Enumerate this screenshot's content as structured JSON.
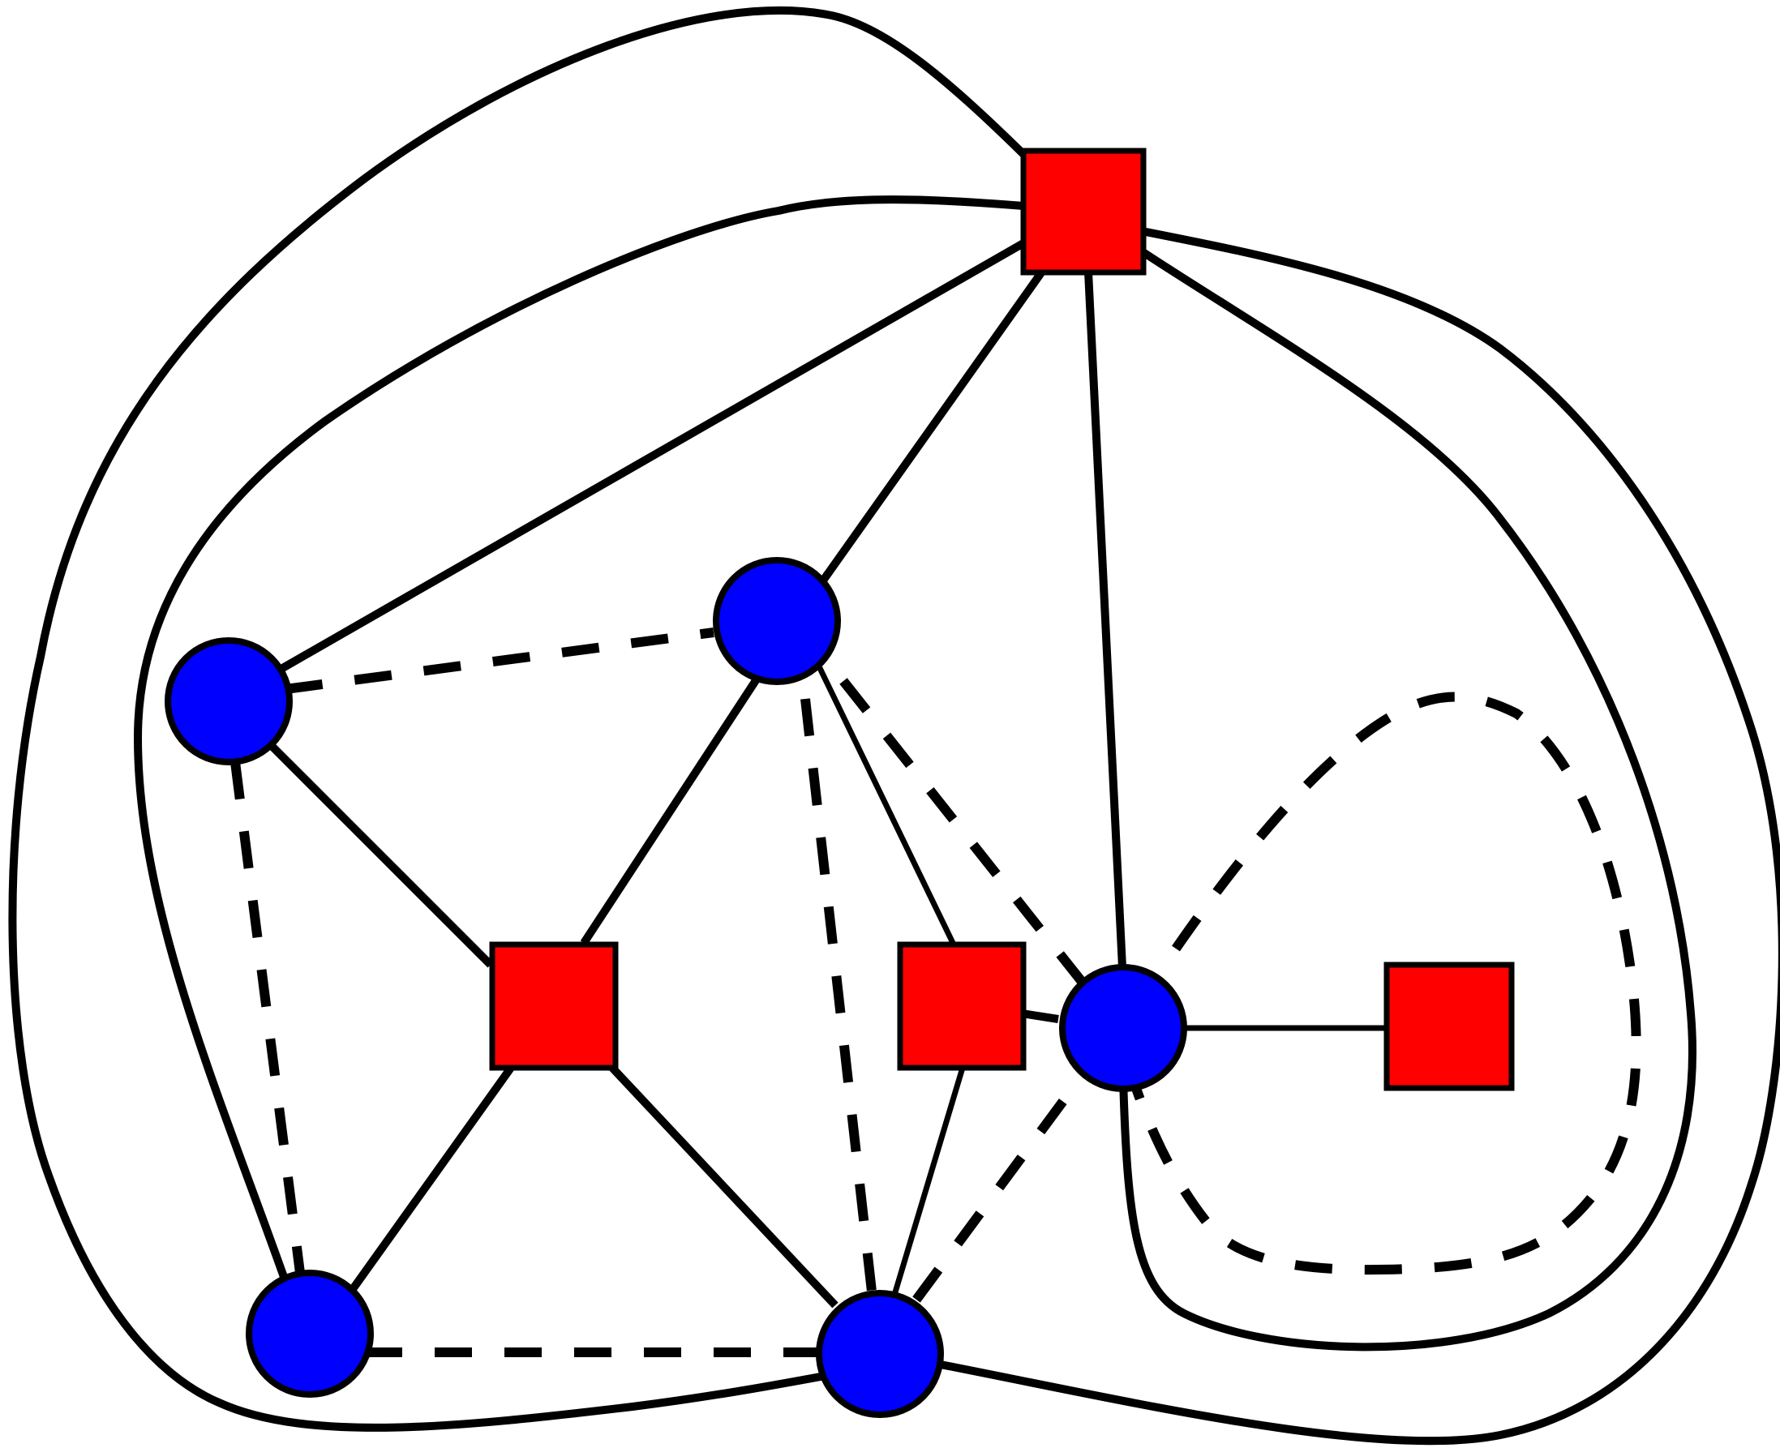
{
  "colors": {
    "circle_fill": "#0000ff",
    "square_fill": "#ff0000",
    "edge": "#000000"
  },
  "nodes": [
    {
      "id": "circle-left-upper",
      "shape": "circle"
    },
    {
      "id": "circle-top-middle",
      "shape": "circle"
    },
    {
      "id": "circle-right-center",
      "shape": "circle"
    },
    {
      "id": "circle-bottom-left",
      "shape": "circle"
    },
    {
      "id": "circle-bottom-middle",
      "shape": "circle"
    },
    {
      "id": "square-top",
      "shape": "square"
    },
    {
      "id": "square-center-left",
      "shape": "square"
    },
    {
      "id": "square-center-middle",
      "shape": "square"
    },
    {
      "id": "square-right",
      "shape": "square"
    }
  ],
  "edges": [
    {
      "from": "square-top",
      "to": "circle-left-upper",
      "style": "solid"
    },
    {
      "from": "square-top",
      "to": "circle-top-middle",
      "style": "solid"
    },
    {
      "from": "square-top",
      "to": "circle-right-center",
      "style": "solid"
    },
    {
      "from": "square-top",
      "to": "circle-bottom-left",
      "style": "solid"
    },
    {
      "from": "square-top",
      "to": "circle-bottom-middle",
      "style": "solid"
    },
    {
      "from": "square-top",
      "to": "circle-right-center",
      "style": "solid"
    },
    {
      "from": "circle-left-upper",
      "to": "square-center-left",
      "style": "solid"
    },
    {
      "from": "circle-top-middle",
      "to": "square-center-left",
      "style": "solid"
    },
    {
      "from": "circle-top-middle",
      "to": "square-center-middle",
      "style": "solid"
    },
    {
      "from": "square-center-left",
      "to": "circle-bottom-left",
      "style": "solid"
    },
    {
      "from": "square-center-left",
      "to": "circle-bottom-middle",
      "style": "solid"
    },
    {
      "from": "square-center-middle",
      "to": "circle-right-center",
      "style": "solid"
    },
    {
      "from": "square-center-middle",
      "to": "circle-bottom-middle",
      "style": "solid"
    },
    {
      "from": "circle-right-center",
      "to": "square-right",
      "style": "solid"
    },
    {
      "from": "circle-bottom-left",
      "to": "circle-bottom-middle",
      "style": "solid"
    },
    {
      "from": "circle-bottom-middle",
      "to": "circle-right-center",
      "style": "solid"
    },
    {
      "from": "circle-left-upper",
      "to": "circle-top-middle",
      "style": "dashed"
    },
    {
      "from": "circle-left-upper",
      "to": "circle-bottom-left",
      "style": "dashed"
    },
    {
      "from": "circle-top-middle",
      "to": "circle-right-center",
      "style": "dashed"
    },
    {
      "from": "circle-top-middle",
      "to": "circle-bottom-middle",
      "style": "dashed"
    },
    {
      "from": "circle-bottom-left",
      "to": "circle-bottom-middle",
      "style": "dashed"
    },
    {
      "from": "circle-bottom-middle",
      "to": "circle-right-center",
      "style": "dashed"
    },
    {
      "from": "circle-right-center",
      "to": "circle-right-center",
      "style": "dashed"
    }
  ]
}
